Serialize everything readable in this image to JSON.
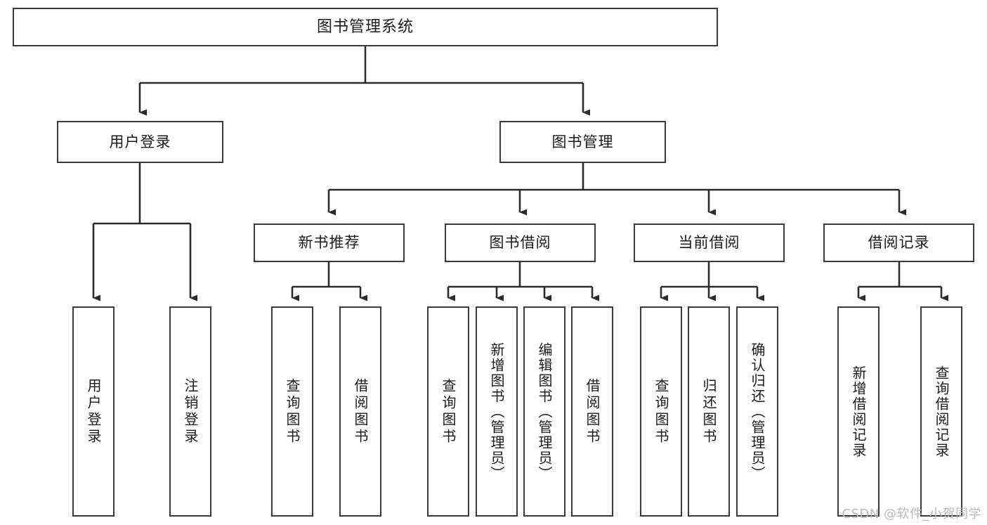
{
  "diagram": {
    "title": "图书管理系统",
    "type": "hierarchy-tree",
    "root": {
      "id": "root",
      "label": "图书管理系统"
    },
    "level2": [
      {
        "id": "user-login",
        "label": "用户登录"
      },
      {
        "id": "book-manage",
        "label": "图书管理"
      }
    ],
    "level3": [
      {
        "id": "new-book-recommend",
        "label": "新书推荐",
        "parent": "book-manage"
      },
      {
        "id": "book-borrow",
        "label": "图书借阅",
        "parent": "book-manage"
      },
      {
        "id": "current-borrow",
        "label": "当前借阅",
        "parent": "book-manage"
      },
      {
        "id": "borrow-record",
        "label": "借阅记录",
        "parent": "book-manage"
      }
    ],
    "leaves": [
      {
        "id": "leaf-user-login",
        "label": "用户登录",
        "parent": "user-login"
      },
      {
        "id": "leaf-logout-login",
        "label": "注销登录",
        "parent": "user-login"
      },
      {
        "id": "leaf-query-book-1",
        "label": "查询图书",
        "parent": "new-book-recommend"
      },
      {
        "id": "leaf-borrow-book-1",
        "label": "借阅图书",
        "parent": "new-book-recommend"
      },
      {
        "id": "leaf-query-book-2",
        "label": "查询图书",
        "parent": "book-borrow"
      },
      {
        "id": "leaf-add-book",
        "label": "新增图书（管理员）",
        "parent": "book-borrow"
      },
      {
        "id": "leaf-edit-book",
        "label": "编辑图书（管理员）",
        "parent": "book-borrow"
      },
      {
        "id": "leaf-borrow-book-2",
        "label": "借阅图书",
        "parent": "book-borrow"
      },
      {
        "id": "leaf-query-book-3",
        "label": "查询图书",
        "parent": "current-borrow"
      },
      {
        "id": "leaf-return-book",
        "label": "归还图书",
        "parent": "current-borrow"
      },
      {
        "id": "leaf-confirm-return",
        "label": "确认归还（管理员）",
        "parent": "current-borrow"
      },
      {
        "id": "leaf-add-record",
        "label": "新增借阅记录",
        "parent": "borrow-record"
      },
      {
        "id": "leaf-query-record",
        "label": "查询借阅记录",
        "parent": "borrow-record"
      }
    ],
    "colors": {
      "box_border": "#3a3a3a",
      "box_fill": "#ffffff",
      "connector": "#2b2b2b",
      "text": "#1a1a1a",
      "watermark": "#b9b9b9",
      "background": "#ffffff"
    }
  },
  "watermark": {
    "text": "CSDN @软件_小贺同学"
  }
}
